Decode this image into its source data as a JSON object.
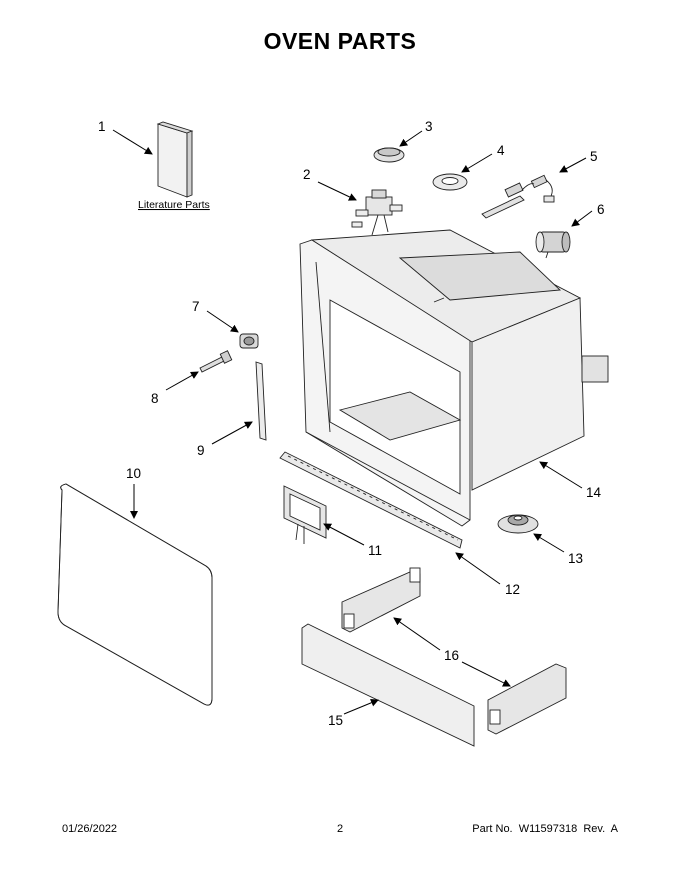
{
  "title": "OVEN PARTS",
  "literature_label": "Literature Parts",
  "callouts": [
    "1",
    "2",
    "3",
    "4",
    "5",
    "6",
    "7",
    "8",
    "9",
    "10",
    "11",
    "12",
    "13",
    "14",
    "15",
    "16"
  ],
  "footer": {
    "date": "01/26/2022",
    "page": "2",
    "part_number": "Part No.  W11597318  Rev.  A"
  }
}
